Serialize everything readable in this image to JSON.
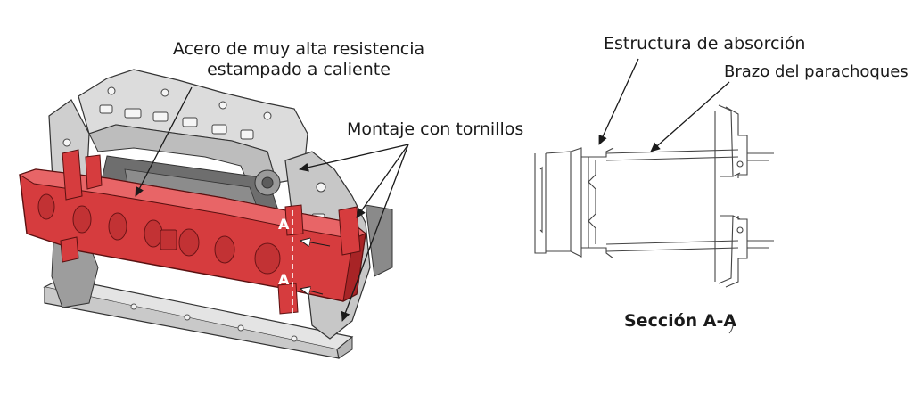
{
  "labels": {
    "steel": [
      "Acero de muy alta resistencia",
      "estampado a caliente"
    ],
    "bolts": "Montaje con tornillos",
    "absorber": "Estructura de absorción",
    "arm": "Brazo del parachoques",
    "section_caption": "Sección A-A",
    "cut_marker_top": "A",
    "cut_marker_bottom": "A"
  },
  "colors": {
    "beam": "#d63c3e",
    "beam_dark": "#a82426",
    "frame": "#d8d8d8",
    "frame_dark": "#555555",
    "line": "#222222"
  }
}
